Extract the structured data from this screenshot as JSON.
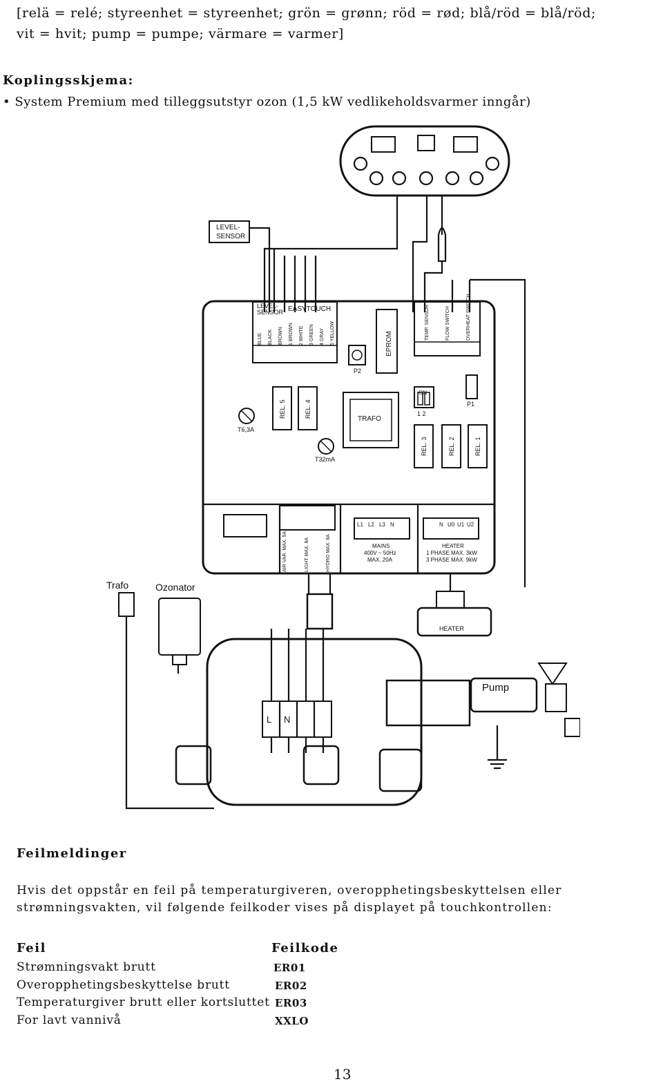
{
  "legend": {
    "line1": "[relä = relé; styreenhet = styreenhet; grön = grønn; röd = rød; blå/röd = blå/röd;",
    "line2": "vit = hvit; pump = pumpe; värmare = varmer]"
  },
  "wiring_section": {
    "heading": "Koplingsskjema:",
    "bullet": "System Premium med tilleggsutstyr ozon (1,5 kW vedlikeholdsvarmer inngår)"
  },
  "diagram": {
    "level_sensor_tag": [
      "LEVEL-",
      "SENSOR"
    ],
    "board": {
      "level_sensor_label": [
        "LEVEL-",
        "SENSOR"
      ],
      "easytouch_label": "EASYTOUCH",
      "terminals_left": [
        "BLUE",
        "BLACK",
        "BROWN",
        "1 BROWN",
        "2 WHITE",
        "3 GREEN",
        "4 GRAY",
        "5 YELLOW"
      ],
      "terminals_right": [
        "TEMP. SENSOR",
        "FLOW SWITCH",
        "OVERHEAT SWITCH"
      ],
      "p2": "P2",
      "eprom": "EPROM",
      "on": "ON",
      "dip_numbers": "1  2",
      "p1": "P1",
      "fuse1": "T6,3A",
      "fuse2": "T32mA",
      "relays": [
        "REL. 5",
        "REL. 4",
        "REL. 3",
        "REL. 2",
        "REL. 1"
      ],
      "trafo": "TRAFO",
      "aux_labels": [
        "AIR VAR. MAX. 5A",
        "LIGHT MAX. 8A",
        "HYDRO MAX. 8A"
      ],
      "mains_terminals": [
        "L1",
        "L2",
        "L3",
        "N"
      ],
      "mains": [
        "MAINS",
        "400V ~ 50Hz",
        "MAX. 20A"
      ],
      "heater_terminals": [
        "N",
        "U0",
        "U1",
        "U2"
      ],
      "heater": [
        "HEATER",
        "1 PHASE MAX. 3kW",
        "3 PHASE MAX. 9kW"
      ]
    },
    "trafo_label": "Trafo",
    "ozonator_label": "Ozonator",
    "heater_label": "HEATER",
    "pump_label": "Pump",
    "block_terminals": [
      "L",
      "N"
    ]
  },
  "errors_section": {
    "heading": "Feilmeldinger",
    "para_line1": "Hvis det oppstår en feil på temperaturgiveren, overopphetingsbeskyttelsen eller",
    "para_line2": "strømningsvakten, vil følgende feilkoder vises på displayet på touchkontrollen:",
    "table": {
      "col1": "Feil",
      "col2": "Feilkode",
      "rows": [
        {
          "feil": "Strømningsvakt brutt",
          "kode": "ER01"
        },
        {
          "feil": "Overopphetingsbeskyttelse brutt",
          "kode": "ER02"
        },
        {
          "feil": "Temperaturgiver brutt eller kortsluttet",
          "kode": "ER03"
        },
        {
          "feil": "For lavt vannivå",
          "kode": "XXLO"
        }
      ]
    }
  },
  "page_number": "13"
}
